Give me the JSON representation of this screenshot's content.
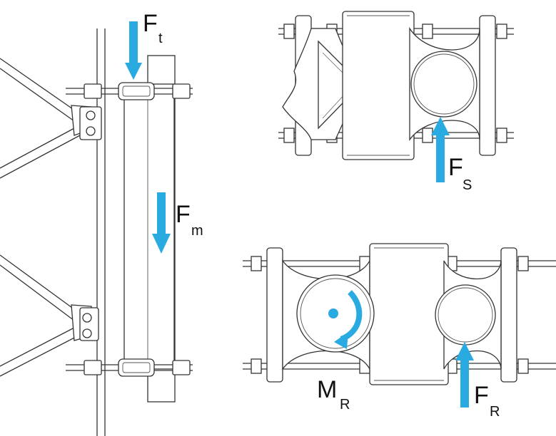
{
  "labels": {
    "ft": {
      "main": "F",
      "sub": "t"
    },
    "fm": {
      "main": "F",
      "sub": "m"
    },
    "fs": {
      "main": "F",
      "sub": "S"
    },
    "mr": {
      "main": "M",
      "sub": "R"
    },
    "fr": {
      "main": "F",
      "sub": "R"
    }
  },
  "colors": {
    "arrow": "#29abe2",
    "line": "#333333",
    "background": "#ffffff"
  },
  "icons": {
    "moment": "curved-rotation-arrow",
    "force": "straight-arrow"
  }
}
